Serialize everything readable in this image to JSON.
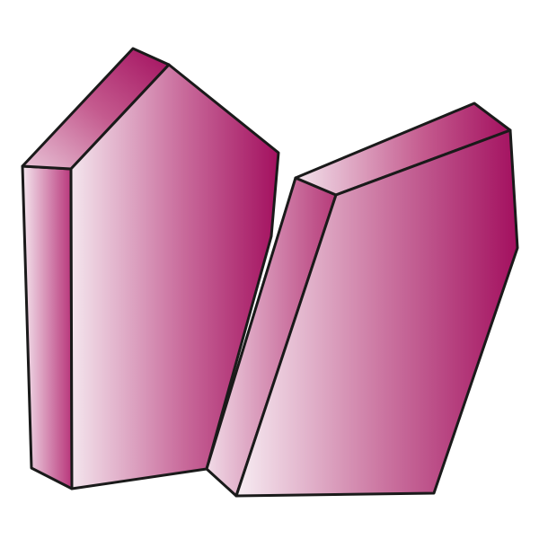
{
  "figure": {
    "description_free": true,
    "colors": {
      "magenta_dark": "#a3105f",
      "magenta_mid": "#c7477f",
      "magenta_light": "#f3e3ec",
      "outline": "#1a1a1a",
      "background": "#ffffff"
    },
    "shapes": [
      {
        "name": "left-prism",
        "faces": [
          "side-face",
          "top-face",
          "front-face"
        ]
      },
      {
        "name": "right-prism",
        "faces": [
          "side-face",
          "top-face",
          "front-face"
        ]
      }
    ]
  }
}
